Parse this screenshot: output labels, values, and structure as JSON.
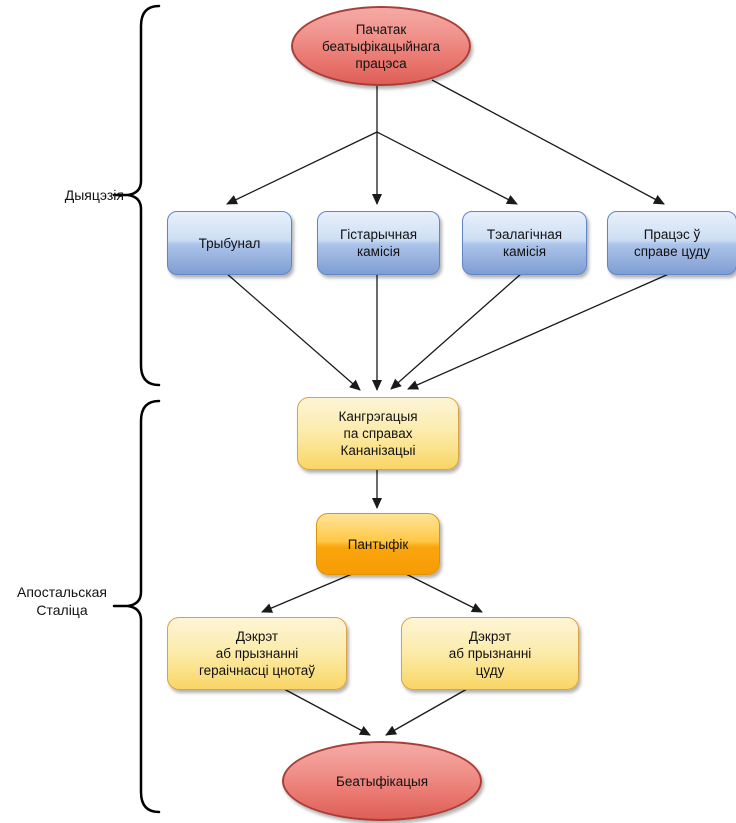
{
  "diagram": {
    "type": "flowchart",
    "language": "Belarusian",
    "regions": [
      {
        "id": "diocese",
        "lines": [
          "Дыяцэзія"
        ]
      },
      {
        "id": "apostolic_see",
        "lines": [
          "Апостальская",
          "Сталіца"
        ]
      }
    ],
    "nodes": {
      "start": {
        "shape": "ellipse",
        "color": "red",
        "lines": [
          "Пачатак",
          "беатыфікацыйнага",
          "працэса"
        ]
      },
      "tribunal": {
        "shape": "rounded-rect",
        "color": "blue",
        "lines": [
          "Трыбунал"
        ]
      },
      "historical_commission": {
        "shape": "rounded-rect",
        "color": "blue",
        "lines": [
          "Гістарычная",
          "камісія"
        ]
      },
      "theological_commission": {
        "shape": "rounded-rect",
        "color": "blue",
        "lines": [
          "Тэалагічная",
          "камісія"
        ]
      },
      "miracle_case_process": {
        "shape": "rounded-rect",
        "color": "blue",
        "lines": [
          "Працэс ў",
          "справе цуду"
        ]
      },
      "congregation": {
        "shape": "rounded-rect",
        "color": "yellow",
        "lines": [
          "Кангрэгацыя",
          "па справах",
          "Кананізацыі"
        ]
      },
      "pontiff": {
        "shape": "rounded-rect",
        "color": "orange",
        "lines": [
          "Пантыфік"
        ]
      },
      "decree_heroic_virtues": {
        "shape": "rounded-rect",
        "color": "yellow",
        "lines": [
          "Дэкрэт",
          "аб прызнанні",
          "гераічнасці цнотаў"
        ]
      },
      "decree_miracle": {
        "shape": "rounded-rect",
        "color": "yellow",
        "lines": [
          "Дэкрэт",
          "аб прызнанні",
          "цуду"
        ]
      },
      "beatification": {
        "shape": "ellipse",
        "color": "red",
        "lines": [
          "Беатыфікацыя"
        ]
      }
    },
    "edges": [
      {
        "from": "start",
        "to": "tribunal"
      },
      {
        "from": "start",
        "to": "historical_commission"
      },
      {
        "from": "start",
        "to": "theological_commission"
      },
      {
        "from": "start",
        "to": "miracle_case_process"
      },
      {
        "from": "tribunal",
        "to": "congregation"
      },
      {
        "from": "historical_commission",
        "to": "congregation"
      },
      {
        "from": "theological_commission",
        "to": "congregation"
      },
      {
        "from": "miracle_case_process",
        "to": "congregation"
      },
      {
        "from": "congregation",
        "to": "pontiff"
      },
      {
        "from": "pontiff",
        "to": "decree_heroic_virtues"
      },
      {
        "from": "pontiff",
        "to": "decree_miracle"
      },
      {
        "from": "decree_heroic_virtues",
        "to": "beatification"
      },
      {
        "from": "decree_miracle",
        "to": "beatification"
      }
    ],
    "colors": {
      "red_fill": "#ea7a72",
      "red_border": "#a93e38",
      "blue_fill": "#9fb9e6",
      "blue_border": "#5f86c5",
      "yellow_fill": "#fbe28a",
      "yellow_border": "#d9a243",
      "orange_fill": "#faa50d",
      "arrow": "#1a1a1a",
      "text": "#111111"
    }
  }
}
